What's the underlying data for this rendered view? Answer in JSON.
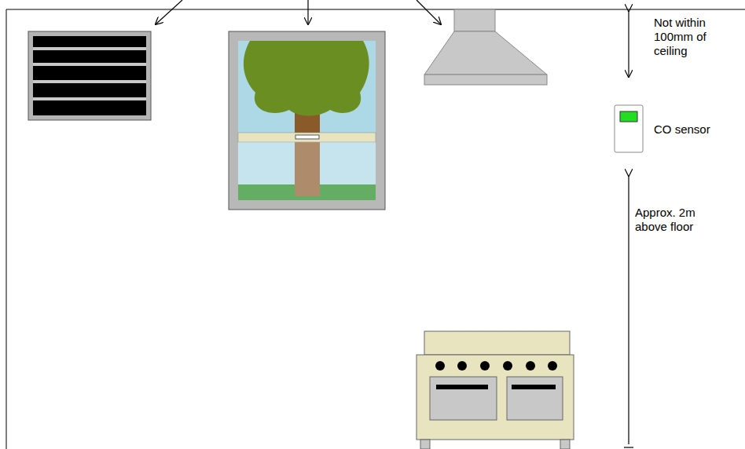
{
  "diagram": {
    "labels": [
      "Not within 100mm of ceiling",
      "CO sensor",
      "Approx. 2m above floor"
    ]
  }
}
